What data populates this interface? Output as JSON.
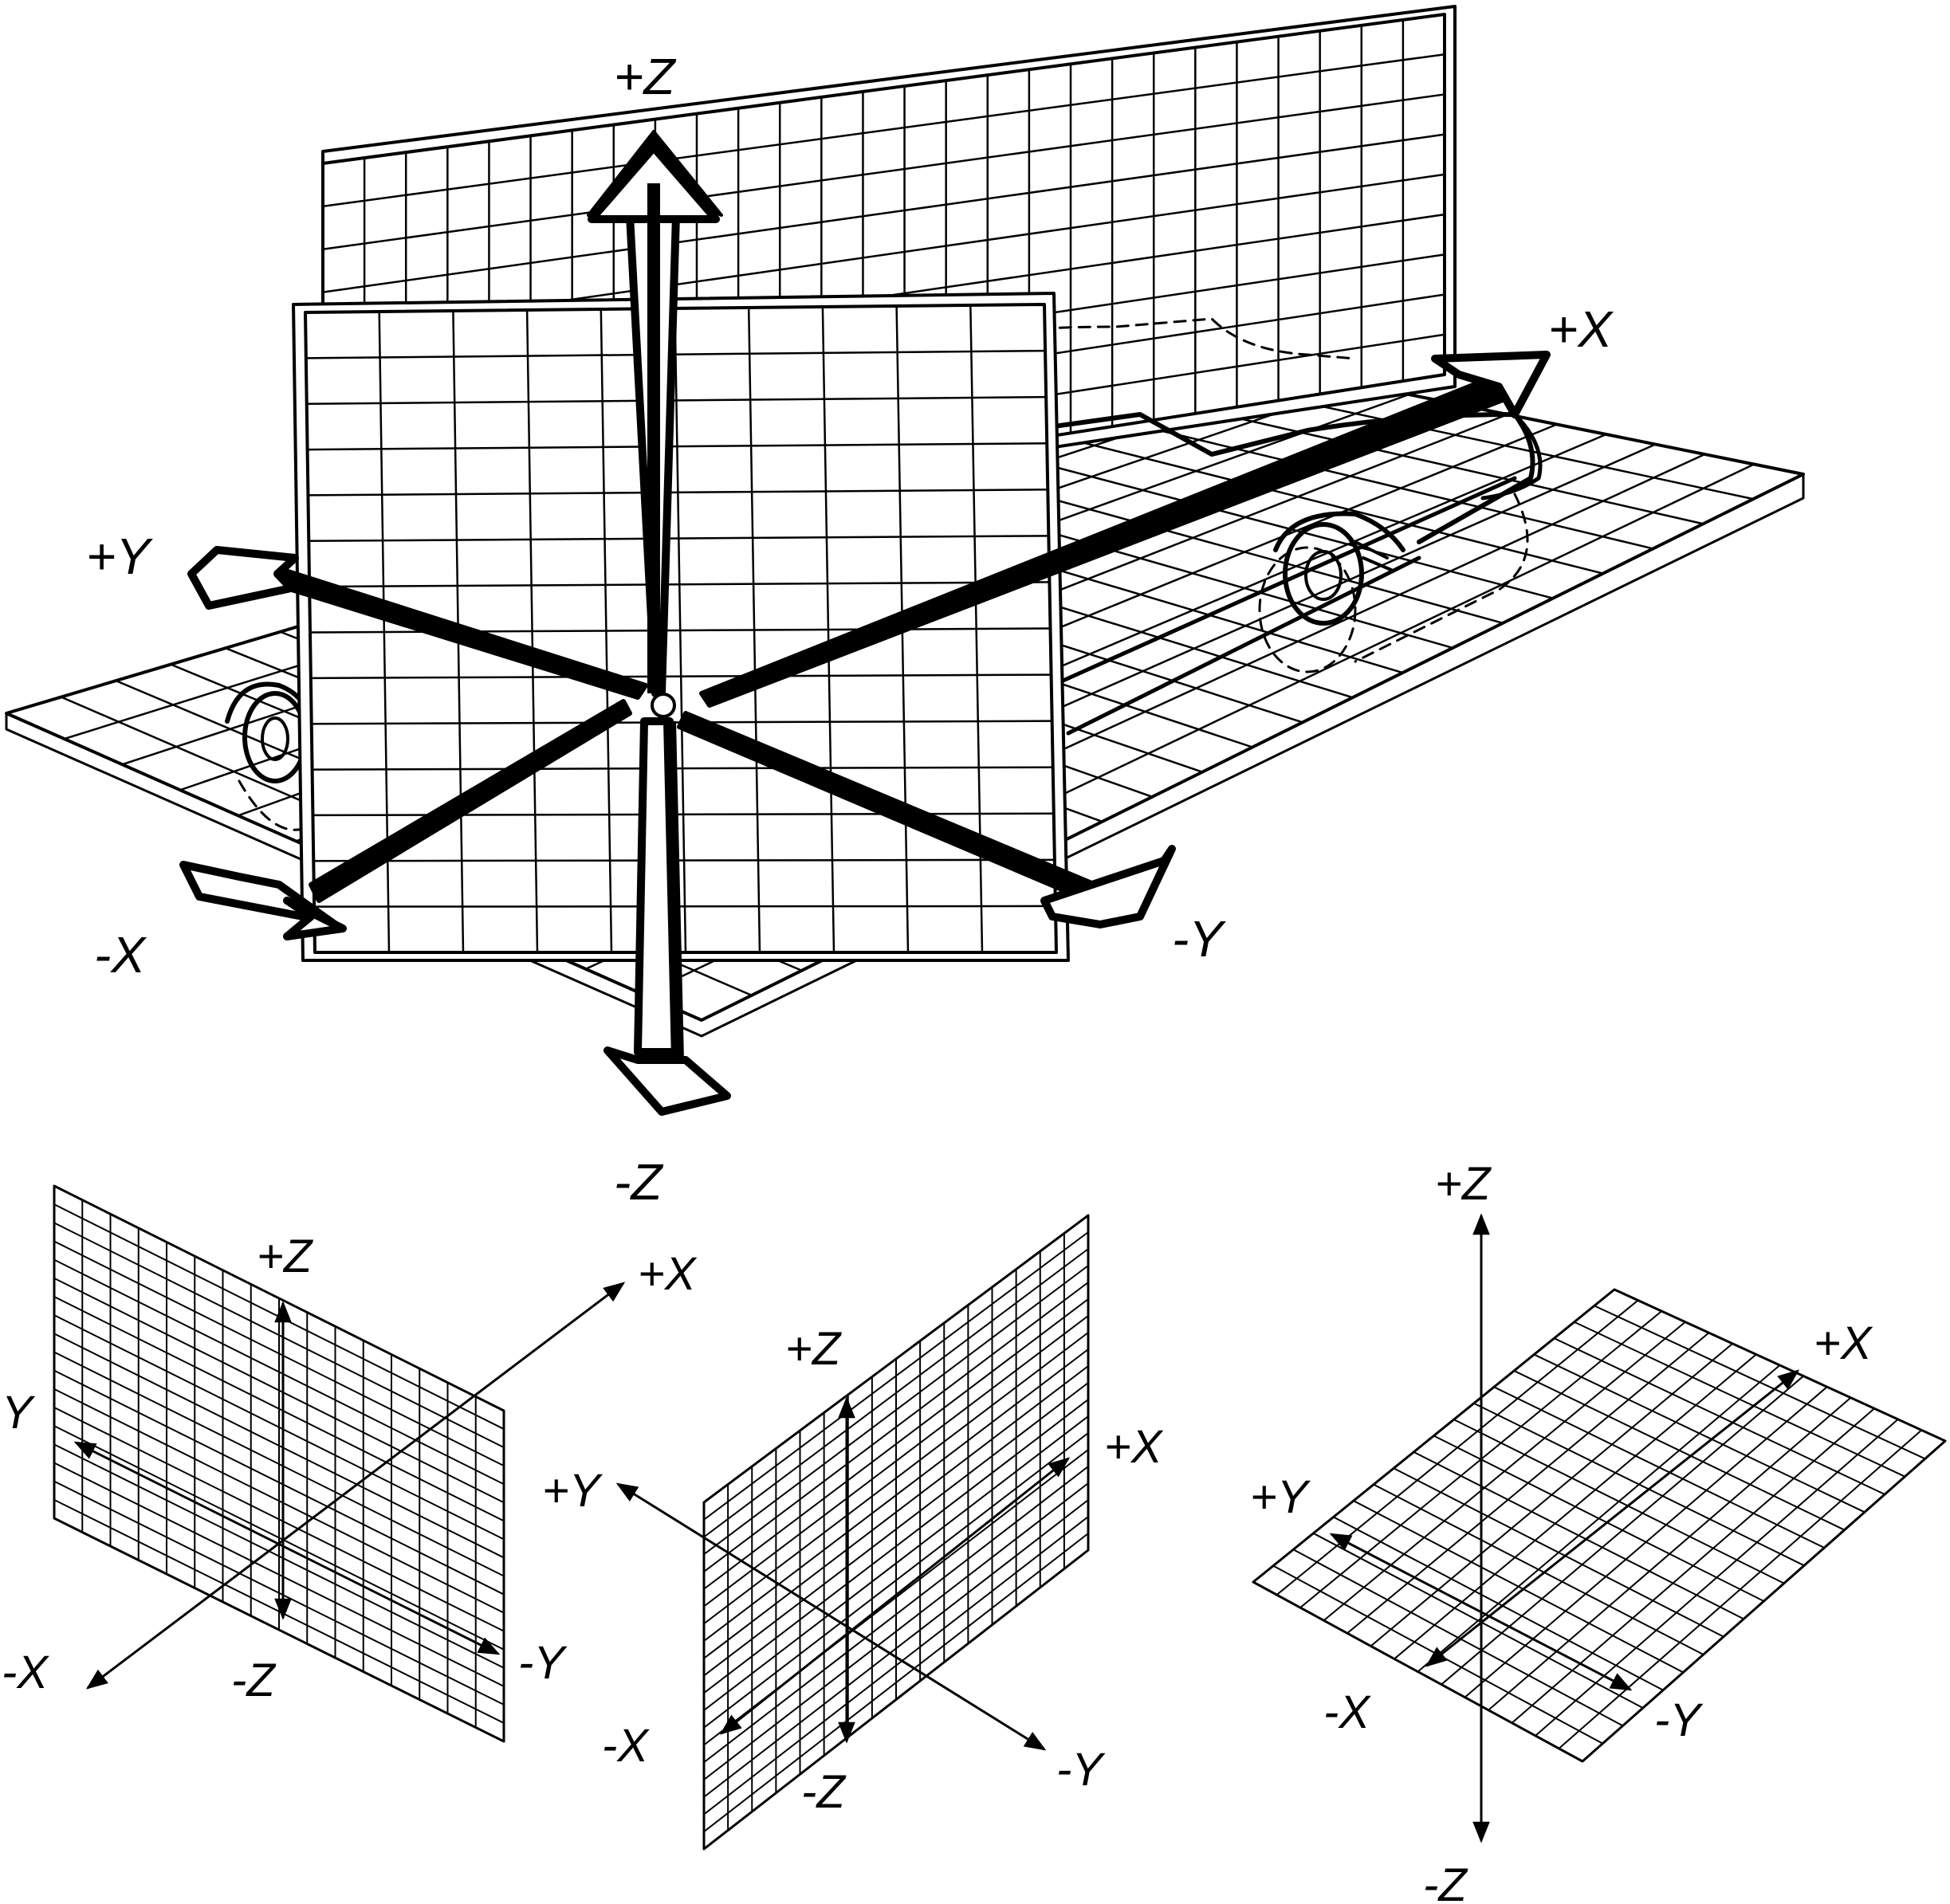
{
  "colors": {
    "ink": "#000000",
    "paper": "#ffffff"
  },
  "main": {
    "labels": {
      "pz": "+Z",
      "nz": "-Z",
      "px": "+X",
      "nx": "-X",
      "py": "+Y",
      "ny": "-Y"
    }
  },
  "front_plane": {
    "labels": {
      "pz": "+Z",
      "nz": "-Z",
      "px": "+X",
      "nx": "-X",
      "py": "Y",
      "ny": "-Y"
    }
  },
  "side_plane": {
    "labels": {
      "pz": "+Z",
      "nz": "-Z",
      "px": "+X",
      "nx": "-X",
      "py": "+Y",
      "ny": "-Y"
    }
  },
  "horizontal_plane": {
    "labels": {
      "pz": "+Z",
      "nz": "-Z",
      "px": "+X",
      "nx": "-X",
      "py": "+Y",
      "ny": "-Y"
    }
  }
}
